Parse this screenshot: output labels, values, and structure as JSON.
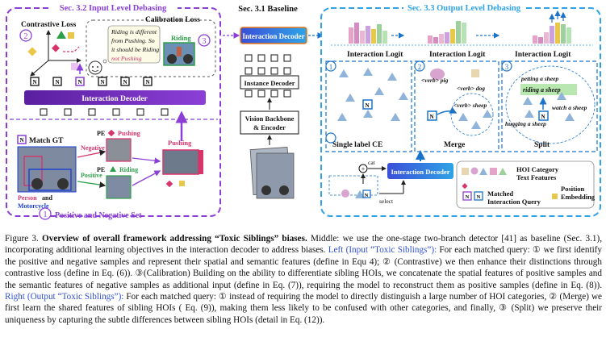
{
  "left": {
    "section": "Sec. 3.2  Input Level Debasing",
    "contrastive": "Contrastive Loss",
    "calibration": "Calibration Loss",
    "num2": "2",
    "num3": "3",
    "num1": "1",
    "riding_note": [
      "Riding is different",
      "from Pushing. So",
      "it should be Riding",
      "not Pushing"
    ],
    "riding_label": "Riding",
    "decoder": "Interaction Decoder",
    "match_gt": "Match GT",
    "pe": "PE",
    "pushing": "Pushing",
    "negative": "Negative",
    "positive": "Positive",
    "riding": "Riding",
    "person": "Person",
    "and": "and",
    "motorcycle": "Motorcycle",
    "pos_neg_set": "Positive and Negative Set",
    "q": "N"
  },
  "middle": {
    "section": "Sec. 3.1  Baseline",
    "interaction_decoder": "Interaction Decoder",
    "instance_decoder": "Instance Decoder",
    "backbone": [
      "Vision Backbone",
      "& Encoder"
    ]
  },
  "right": {
    "section": "Sec. 3.3  Output Level Debasing",
    "logit": "Interaction Logit",
    "single_ce": "Single label CE",
    "merge": "Merge",
    "split": "Split",
    "verb_pig": "<verb> pig",
    "verb_dog": "<verb> dog",
    "verb_sheep": "<verb> sheep",
    "petting": "petting a sheep",
    "riding_sheep": "riding a sheep",
    "watch": "watch a sheep",
    "hugging": "hugging a sheep",
    "cat": "cat",
    "select": "select",
    "decoder": "Interaction Decoder",
    "legend_hoi": [
      "HOI Category",
      "Text Features"
    ],
    "legend_query": [
      "Matched",
      "Interaction Query"
    ],
    "legend_pe": [
      "Position",
      "Embedding"
    ],
    "num1": "1",
    "num2": "2",
    "num3": "3"
  },
  "caption": {
    "s0": "Figure 3. ",
    "s1": "Overview of overall framework addressing “Toxic Siblings” biases.",
    "s2": " Middle: we use the one-stage two-branch detector [41] as baseline (Sec. 3.1), incorporating additional learning objectives in the interaction decoder to address biases. ",
    "s3": "Left (Input “Toxic Siblings”):",
    "s4": " For each matched query: ① we first identify the positive and negative samples and represent their spatial and semantic features (define in Equ 4); ② (Contrastive) we then enhance their distinctions through contrastive loss (define in Eq. (6)). ③(Calibration) Building on the ability to differentiate sibling HOIs, we concatenate the spatial features of positive samples and the semantic features of negative samples as additional input (define in Eq. (7)), requiring the model to reconstruct them as positive samples (define in Eq. (8)). ",
    "s5": "Right (Output “Toxic Siblings”):",
    "s6": " For each matched query: ① instead of requiring the model to directly distinguish a large number of HOI categories, ② (Merge) we first learn the shared features of sibling HOIs ( Eq. (9)), making them less likely to be confused with other categories, and finally, ③ (Split) we preserve their uniqueness by capturing the subtle differences between sibling HOIs (detail in Eq. (12))."
  }
}
